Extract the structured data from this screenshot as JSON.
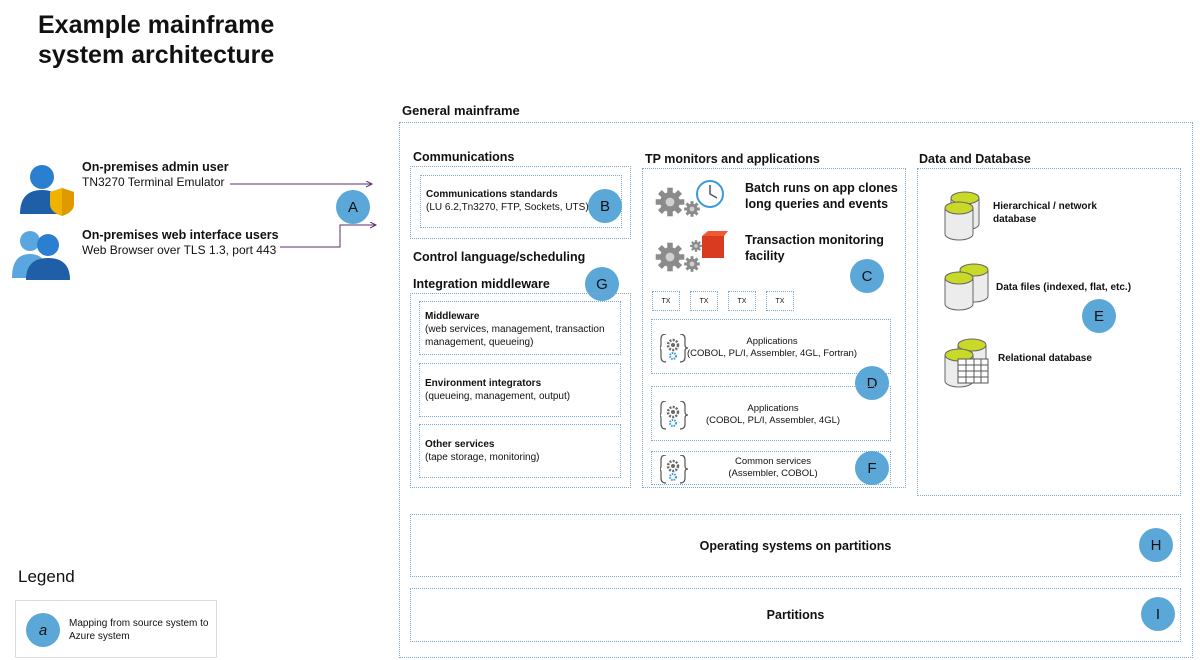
{
  "title": "Example mainframe\nsystem architecture",
  "users": {
    "admin": {
      "name": "On-premises admin user",
      "detail": "TN3270 Terminal Emulator"
    },
    "web": {
      "name": "On-premises web interface users",
      "detail": "Web Browser over TLS 1.3, port 443"
    }
  },
  "mainframe": {
    "label": "General mainframe"
  },
  "communications": {
    "header": "Communications",
    "standards_title": "Communications standards",
    "standards_detail": "(LU 6.2,Tn3270, FTP, Sockets, UTS)"
  },
  "control_language": "Control language/scheduling",
  "middleware": {
    "header": "Integration middleware",
    "items": [
      {
        "title": "Middleware",
        "detail": "(web services, management, transaction management, queueing)"
      },
      {
        "title": "Environment integrators",
        "detail": "(queueing, management, output)"
      },
      {
        "title": "Other services",
        "detail": "(tape storage, monitoring)"
      }
    ]
  },
  "tp": {
    "header": "TP monitors and applications",
    "batch": "Batch runs on app clones long queries and events",
    "transaction": "Transaction monitoring facility",
    "tx_label": "TX",
    "apps1_title": "Applications",
    "apps1_detail": "(COBOL, PL/I, Assembler, 4GL, Fortran)",
    "apps2_title": "Applications",
    "apps2_detail": "(COBOL, PL/I, Assembler, 4GL)",
    "common_title": "Common services",
    "common_detail": "(Assembler, COBOL)"
  },
  "data": {
    "header": "Data and Database",
    "hier": "Hierarchical / network database",
    "files": "Data files (indexed, flat, etc.)",
    "relational": "Relational database"
  },
  "os_label": "Operating systems on partitions",
  "partitions_label": "Partitions",
  "badges": {
    "A": "A",
    "B": "B",
    "C": "C",
    "D": "D",
    "E": "E",
    "F": "F",
    "G": "G",
    "H": "H",
    "I": "I"
  },
  "legend": {
    "title": "Legend",
    "badge": "a",
    "text": "Mapping from source  system to Azure system"
  },
  "colors": {
    "badge": "#5ba8d8",
    "connector": "#5c2d6e",
    "border": "#7fa7c9",
    "db_yellow": "#c9d927"
  }
}
